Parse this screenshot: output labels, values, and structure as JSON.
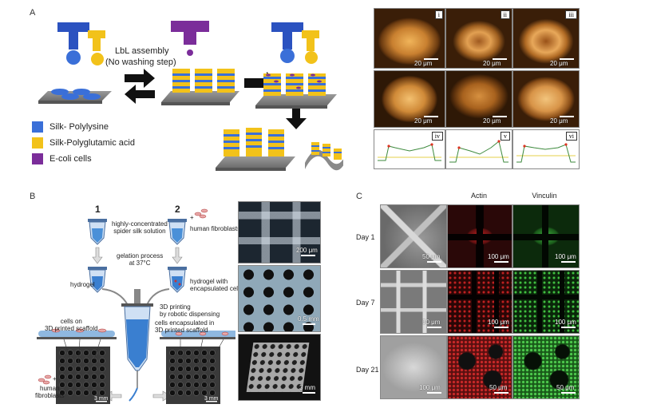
{
  "panel_a": {
    "letter": "A",
    "lbl_assembly_line1": "LbL assembly",
    "lbl_assembly_line2": "(No washing step)",
    "legend": [
      {
        "label": "Silk- Polylysine",
        "color": "#3a6fd8"
      },
      {
        "label": "Silk-Polyglutamic acid",
        "color": "#f2c21a"
      },
      {
        "label": "E-coli cells",
        "color": "#7b2d9a"
      }
    ],
    "afm_labels": [
      "i",
      "ii",
      "iii",
      "iv",
      "v",
      "vi"
    ],
    "scale_labels": [
      "20 μm",
      "20 μm",
      "20 μm",
      "20 μm",
      "20 μm",
      "20 μm"
    ]
  },
  "panel_b": {
    "letter": "B",
    "step1": "1",
    "step2": "2",
    "silk_solution_l1": "highly-concentrated",
    "silk_solution_l2": "spider silk solution",
    "human_fibroblasts": "human fibroblasts",
    "gelation_l1": "gelation process",
    "gelation_l2": "at 37°C",
    "hydrogel": "hydrogel",
    "hydrogel_cells_l1": "hydrogel with",
    "hydrogel_cells_l2": "encapsulated cells",
    "printing_l1": "3D printing",
    "printing_l2": "by robotic dispensing",
    "cells_on_l1": "cells on",
    "cells_on_l2": "3D printed scaffold",
    "cells_enc_l1": "cells encapsulated in",
    "cells_enc_l2": "3D printed scaffold",
    "human_l1": "human",
    "human_l2": "fibroblasts",
    "plus": "+",
    "scale_left": "3 mm",
    "scale_right": "3 mm",
    "photo_scales": [
      "200 μm",
      "0.5 mm",
      "3 mm"
    ]
  },
  "panel_c": {
    "letter": "C",
    "col_actin": "Actin",
    "col_vinculin": "Vinculin",
    "rows": [
      {
        "label": "Day 1",
        "scales": [
          "50 μm",
          "100 μm",
          "100 μm"
        ]
      },
      {
        "label": "Day 7",
        "scales": [
          "50 μm",
          "100 μm",
          "100 μm"
        ]
      },
      {
        "label": "Day 21",
        "scales": [
          "100 μm",
          "50 μm",
          "50 μm"
        ]
      }
    ]
  }
}
